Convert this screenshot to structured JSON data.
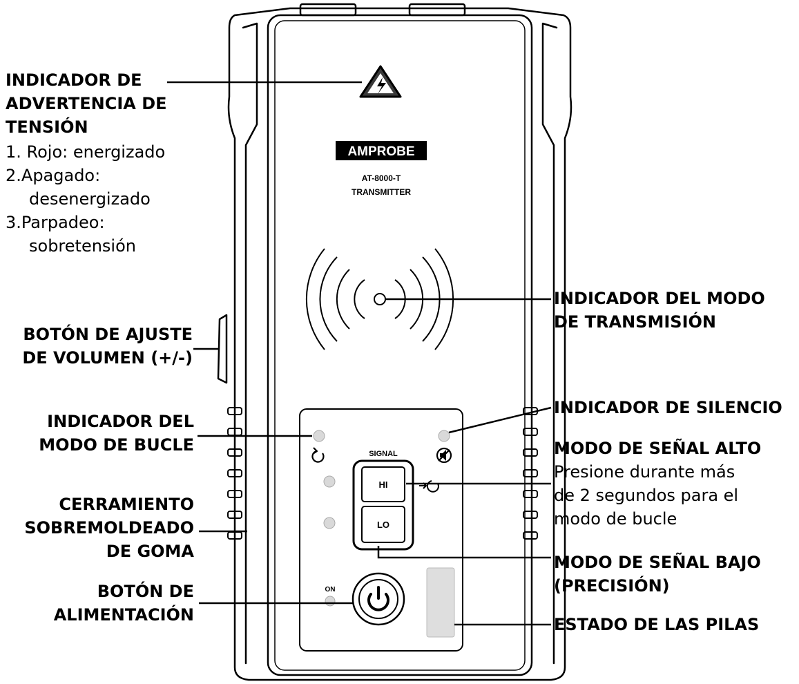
{
  "device": {
    "brand": "AMPROBE",
    "model": "AT-8000-T",
    "type": "TRANSMITTER",
    "signal_label": "SIGNAL",
    "hi_label": "HI",
    "lo_label": "LO",
    "on_label": "ON"
  },
  "callouts": {
    "voltage_warning": {
      "title": [
        "INDICADOR DE",
        "ADVERTENCIA DE",
        "TENSIÓN"
      ],
      "items": [
        "1.  Rojo: energizado",
        "2.Apagado:",
        "desenergizado",
        "3.Parpadeo:",
        "sobretensión"
      ]
    },
    "volume_button": [
      "BOTÓN DE AJUSTE",
      "DE VOLUMEN (+/-)"
    ],
    "loop_indicator": [
      "INDICADOR DEL",
      "MODO DE BUCLE"
    ],
    "rubber_enclosure": [
      "CERRAMIENTO",
      "SOBREMOLDEADO",
      "DE GOMA"
    ],
    "power_button": [
      "BOTÓN DE",
      "ALIMENTACIÓN"
    ],
    "transmit_indicator": [
      "INDICADOR DEL MODO",
      "DE TRANSMISIÓN"
    ],
    "mute_indicator": "INDICADOR DE SILENCIO",
    "high_signal": {
      "title": "MODO DE SEÑAL ALTO",
      "desc": [
        "Presione durante más",
        "de 2 segundos para el",
        "modo de bucle"
      ]
    },
    "low_signal": [
      "MODO DE SEÑAL BAJO",
      "(PRECISIÓN)"
    ],
    "battery_status": "ESTADO DE LAS PILAS"
  }
}
